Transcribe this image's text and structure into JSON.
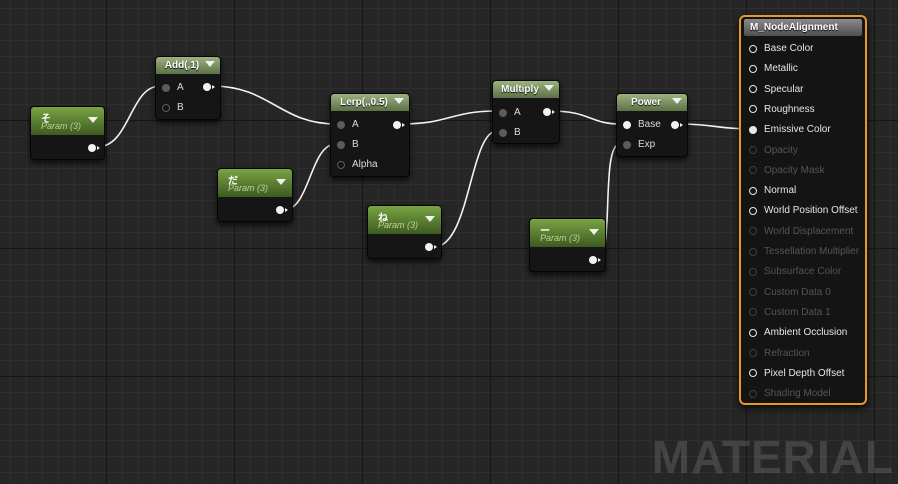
{
  "nodes": {
    "add": {
      "title": "Add(,1)",
      "pins": [
        "A",
        "B"
      ]
    },
    "lerp": {
      "title": "Lerp(,,0.5)",
      "pins": [
        "A",
        "B",
        "Alpha"
      ]
    },
    "multiply": {
      "title": "Multiply",
      "pins": [
        "A",
        "B"
      ]
    },
    "power": {
      "title": "Power",
      "pins": [
        "Base",
        "Exp"
      ]
    }
  },
  "params": [
    {
      "title": "そ",
      "subtitle": "Param (3)"
    },
    {
      "title": "だ",
      "subtitle": "Param (3)"
    },
    {
      "title": "ね",
      "subtitle": "Param (3)"
    },
    {
      "title": "ー",
      "subtitle": "Param (3)"
    }
  ],
  "material": {
    "title": "M_NodeAlignment",
    "pins": [
      {
        "label": "Base Color",
        "enabled": true,
        "connected": false
      },
      {
        "label": "Metallic",
        "enabled": true,
        "connected": false
      },
      {
        "label": "Specular",
        "enabled": true,
        "connected": false
      },
      {
        "label": "Roughness",
        "enabled": true,
        "connected": false
      },
      {
        "label": "Emissive Color",
        "enabled": true,
        "connected": true
      },
      {
        "label": "Opacity",
        "enabled": false,
        "connected": false
      },
      {
        "label": "Opacity Mask",
        "enabled": false,
        "connected": false
      },
      {
        "label": "Normal",
        "enabled": true,
        "connected": false
      },
      {
        "label": "World Position Offset",
        "enabled": true,
        "connected": false
      },
      {
        "label": "World Displacement",
        "enabled": false,
        "connected": false
      },
      {
        "label": "Tessellation Multiplier",
        "enabled": false,
        "connected": false
      },
      {
        "label": "Subsurface Color",
        "enabled": false,
        "connected": false
      },
      {
        "label": "Custom Data 0",
        "enabled": false,
        "connected": false
      },
      {
        "label": "Custom Data 1",
        "enabled": false,
        "connected": false
      },
      {
        "label": "Ambient Occlusion",
        "enabled": true,
        "connected": false
      },
      {
        "label": "Refraction",
        "enabled": false,
        "connected": false
      },
      {
        "label": "Pixel Depth Offset",
        "enabled": true,
        "connected": false
      },
      {
        "label": "Shading Model",
        "enabled": false,
        "connected": false
      }
    ]
  },
  "watermark": "MATERIAL",
  "colors": {
    "accent": "#e39a2a",
    "param_green": "#6b9a3a",
    "wire": "#f2f2f2"
  }
}
